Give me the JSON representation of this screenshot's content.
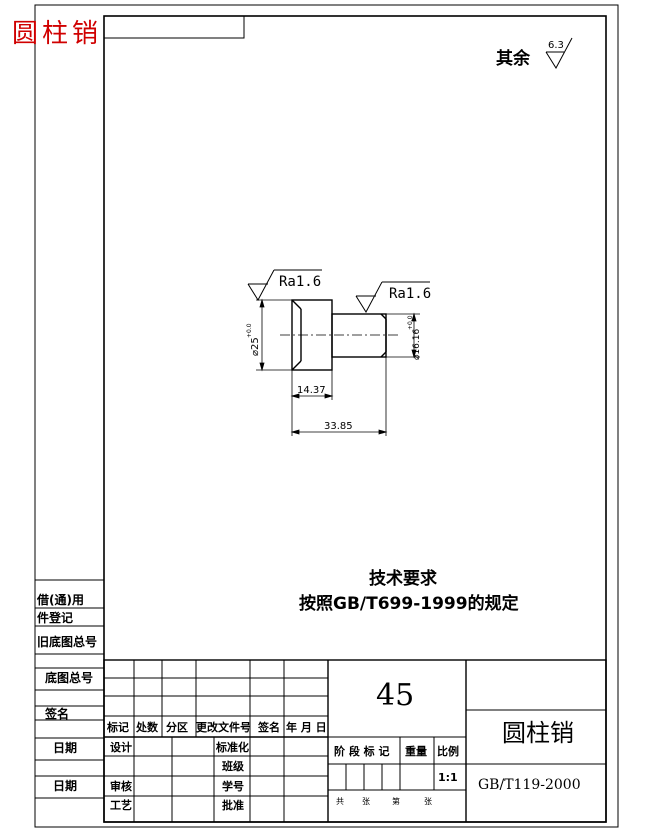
{
  "header": {
    "part_title": "圆柱销"
  },
  "surface": {
    "other_label": "其余",
    "other_value": "6.3",
    "ra_left": "Ra1.6",
    "ra_right": "Ra1.6"
  },
  "dims": {
    "dia_large": "⌀25",
    "dia_large_tol": "+0.0",
    "dia_small": "⌀16.16",
    "dia_small_tol": "+0.0",
    "len_short": "14.37",
    "len_total": "33.85"
  },
  "notes": {
    "title": "技术要求",
    "body": "按照GB/T699-1999的规定"
  },
  "left_strip": {
    "row1": "借(通)用",
    "row2": "件登记",
    "row3": "旧底图总号",
    "row4": "底图总号",
    "row5": "签名",
    "row6": "日期",
    "row7": "日期"
  },
  "title_block": {
    "material": "45",
    "part_name": "圆柱销",
    "standard": "GB/T119-2000",
    "scale": "1:1",
    "col_mark": "标记",
    "col_count": "处数",
    "col_zone": "分区",
    "col_doc": "更改文件号",
    "col_sign": "签名",
    "col_date": "年 月 日",
    "design": "设计",
    "standardize": "标准化",
    "class": "班级",
    "student_no": "学号",
    "check": "审核",
    "process": "工艺",
    "approve": "批准",
    "stage": "阶 段 标 记",
    "weight": "重量",
    "ratio": "比例",
    "sheets_total": "共",
    "sheets_word": "张",
    "sheet_no": "第",
    "sheet_word": "张"
  }
}
